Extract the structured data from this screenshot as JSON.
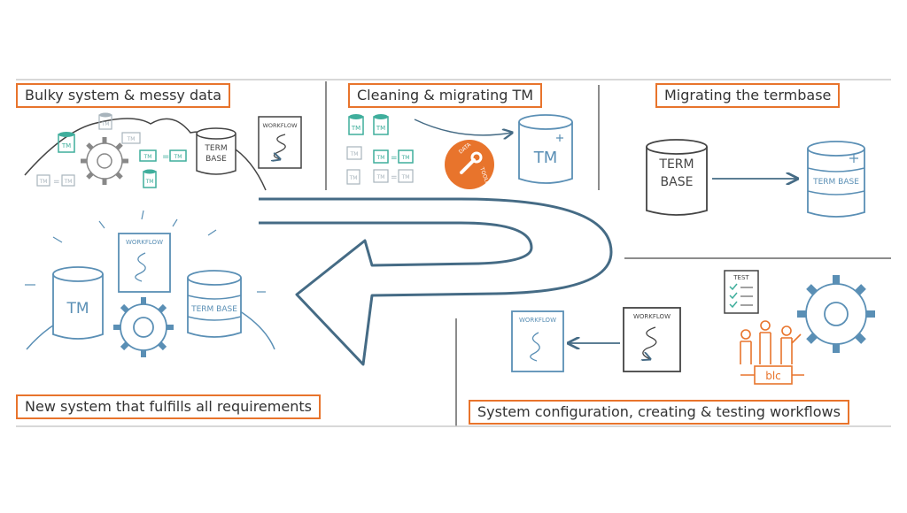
{
  "labels": {
    "bulky": "Bulky system & messy data",
    "cleaning": "Cleaning & migrating TM",
    "termbase": "Migrating the termbase",
    "new_system": "New system that fulfills all requirements",
    "config": "System configuration, creating & testing workflows"
  },
  "glyphs": {
    "tm": "TM",
    "term": "TERM",
    "base": "BASE",
    "term_base": "TERM BASE",
    "workflow": "WORKFLOW",
    "data": "DATA",
    "toolkit": "TOOLKIT",
    "test": "TEST",
    "blc": "blc",
    "equals": "="
  },
  "colors": {
    "blue": "#5a8fb5",
    "teal": "#3fae9c",
    "gray": "#a8b4bc",
    "dark": "#444444",
    "orange": "#e8742c",
    "arrow": "#456b85"
  }
}
